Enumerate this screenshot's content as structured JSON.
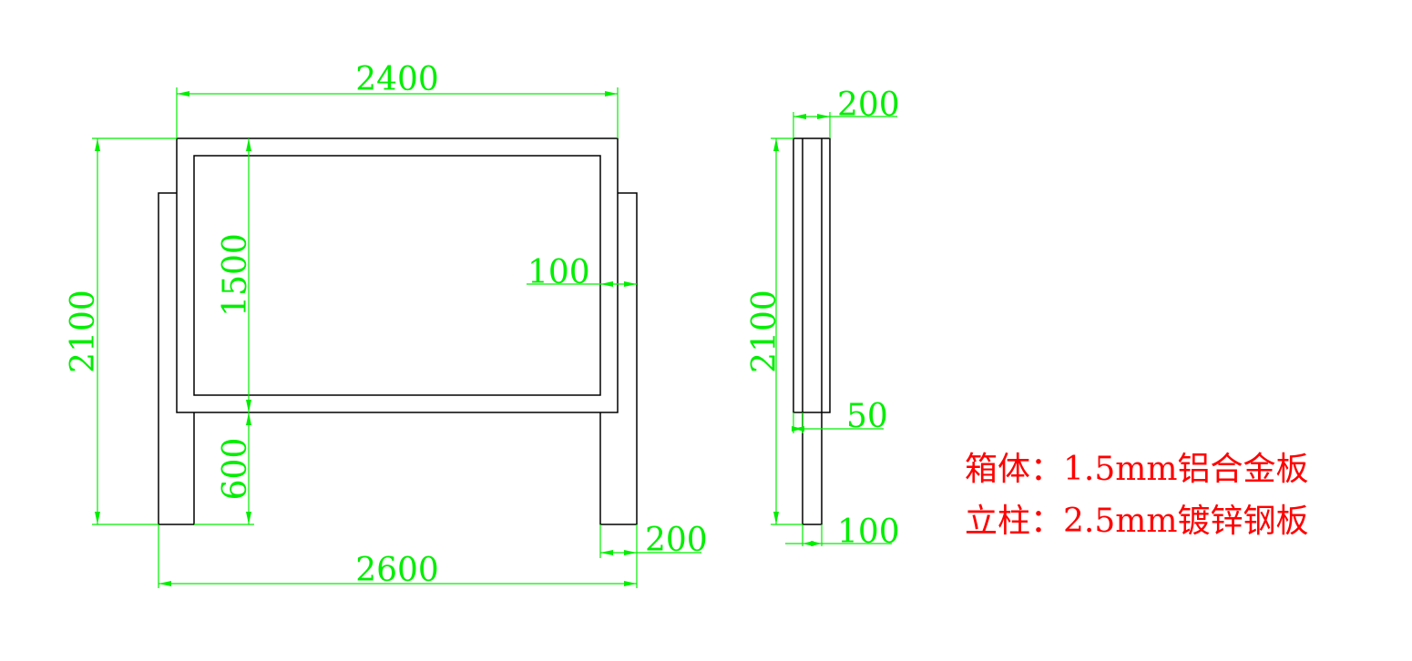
{
  "front_view": {
    "dims": {
      "box_width": "2400",
      "total_height": "2100",
      "box_height": "1500",
      "post_exposed_height": "600",
      "total_width": "2600",
      "inner_gap": "100",
      "post_width": "200"
    }
  },
  "side_view": {
    "dims": {
      "box_depth": "200",
      "total_height": "2100",
      "post_offset": "50",
      "post_depth": "100"
    }
  },
  "notes": [
    "箱体：1.5mm铝合金板",
    "立柱：2.5mm镀锌钢板"
  ],
  "colors": {
    "outline": "#000000",
    "dimension": "#00ee00",
    "note": "#ff0000",
    "background": "#ffffff"
  }
}
